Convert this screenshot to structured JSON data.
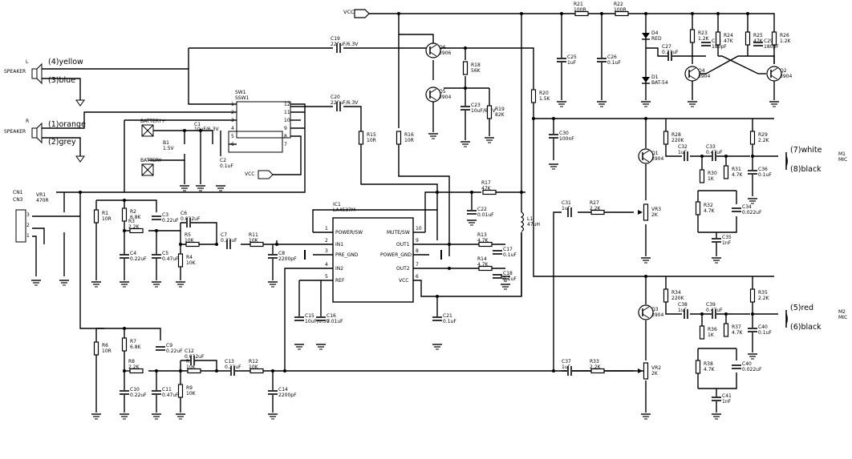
{
  "vcc": "VCC",
  "speakers": {
    "L_letter": "L",
    "R_letter": "R",
    "word": "SPEAKER",
    "yellow": "(4)yellow",
    "blue": "(3)blue",
    "orange": "(1)orange",
    "grey": "(2)grey"
  },
  "mics": {
    "white": "(7)white",
    "black1": "(8)black",
    "red": "(5)red",
    "black2": "(6)black",
    "m1": "M1",
    "m2": "M2",
    "mic": "MIC"
  },
  "connector": {
    "cn1": "CN1",
    "cn3": "CN3",
    "p3": "3",
    "p2": "2",
    "p1": "1"
  },
  "ic": {
    "name": "IC1",
    "part": "LA4537M",
    "pins_left": [
      {
        "num": "1",
        "name": "POWER/SW"
      },
      {
        "num": "2",
        "name": "IN1"
      },
      {
        "num": "3",
        "name": "PRE_GND"
      },
      {
        "num": "4",
        "name": "IN2"
      },
      {
        "num": "5",
        "name": "REF"
      }
    ],
    "pins_right": [
      {
        "num": "10",
        "name": "MUTE/SW"
      },
      {
        "num": "9",
        "name": "OUT1"
      },
      {
        "num": "8",
        "name": "POWER_GND"
      },
      {
        "num": "7",
        "name": "OUT2"
      },
      {
        "num": "6",
        "name": "VCC"
      }
    ]
  },
  "switch": {
    "ref": "SW1",
    "part": "SSW1",
    "pins_left": [
      "1",
      "2",
      "3",
      "4",
      "5",
      "6"
    ],
    "pins_right": [
      "12",
      "11",
      "10",
      "9",
      "8",
      "7"
    ]
  },
  "battery": {
    "plus": "BATTERY+",
    "minus": "BATTERY-",
    "ref": "B1",
    "val": "1.5V",
    "c1_ref": "C1",
    "c1_val": "10uF/6.3V",
    "c2_ref": "C2",
    "c2_val": "0.1uF",
    "vcc": "VCC"
  },
  "vr1": {
    "ref": "VR1",
    "val": "470R"
  },
  "components": [
    {
      "id": "r1",
      "ref": "R1",
      "val": "10R"
    },
    {
      "id": "r2",
      "ref": "R2",
      "val": "6.8K"
    },
    {
      "id": "c3",
      "ref": "C3",
      "val": "0.22uF"
    },
    {
      "id": "c6",
      "ref": "C6",
      "val": "0.022uF"
    },
    {
      "id": "r3",
      "ref": "R3",
      "val": "2.2K"
    },
    {
      "id": "c4",
      "ref": "C4",
      "val": "0.22uF"
    },
    {
      "id": "c5",
      "ref": "C5",
      "val": "0.47uF"
    },
    {
      "id": "r5",
      "ref": "R5",
      "val": "10K"
    },
    {
      "id": "r4",
      "ref": "R4",
      "val": "10K"
    },
    {
      "id": "c7",
      "ref": "C7",
      "val": "0.22uF"
    },
    {
      "id": "r11",
      "ref": "R11",
      "val": "10K"
    },
    {
      "id": "c8",
      "ref": "C8",
      "val": "2200pF"
    },
    {
      "id": "r6",
      "ref": "R6",
      "val": "10R"
    },
    {
      "id": "r7",
      "ref": "R7",
      "val": "6.8K"
    },
    {
      "id": "c9",
      "ref": "C9",
      "val": "0.22uF"
    },
    {
      "id": "c12",
      "ref": "C12",
      "val": "0.022uF"
    },
    {
      "id": "r8",
      "ref": "R8",
      "val": "2.2K"
    },
    {
      "id": "c10",
      "ref": "C10",
      "val": "0.22uF"
    },
    {
      "id": "c11",
      "ref": "C11",
      "val": "0.47uF"
    },
    {
      "id": "r10",
      "ref": "R10",
      "val": "10K"
    },
    {
      "id": "r9",
      "ref": "R9",
      "val": "10K"
    },
    {
      "id": "c13",
      "ref": "C13",
      "val": "0.22uF"
    },
    {
      "id": "r12",
      "ref": "R12",
      "val": "10K"
    },
    {
      "id": "c14",
      "ref": "C14",
      "val": "2200pF"
    },
    {
      "id": "c15",
      "ref": "C15",
      "val": "10uF/6.3V"
    },
    {
      "id": "c16",
      "ref": "C16",
      "val": "0.01uF"
    },
    {
      "id": "c19",
      "ref": "C19",
      "val": "220uF/6.3V"
    },
    {
      "id": "c20",
      "ref": "C20",
      "val": "220uF/6.3V"
    },
    {
      "id": "r15",
      "ref": "R15",
      "val": "10R"
    },
    {
      "id": "r16",
      "ref": "R16",
      "val": "10R"
    },
    {
      "id": "q6",
      "ref": "Q6",
      "val": "3906"
    },
    {
      "id": "q5",
      "ref": "Q5",
      "val": "3904"
    },
    {
      "id": "r18",
      "ref": "R18",
      "val": "56K"
    },
    {
      "id": "c23",
      "ref": "C23",
      "val": "10uF/6.3V"
    },
    {
      "id": "r19",
      "ref": "R19",
      "val": "82K"
    },
    {
      "id": "r17",
      "ref": "R17",
      "val": "47K"
    },
    {
      "id": "c22",
      "ref": "C22",
      "val": "0.01uF"
    },
    {
      "id": "r13",
      "ref": "R13",
      "val": "4.7K"
    },
    {
      "id": "c17",
      "ref": "C17",
      "val": "0.1uF"
    },
    {
      "id": "r14",
      "ref": "R14",
      "val": "4.7K"
    },
    {
      "id": "c18",
      "ref": "C18",
      "val": "0.1uF"
    },
    {
      "id": "l1",
      "ref": "L1",
      "val": "47uH"
    },
    {
      "id": "c21",
      "ref": "C21",
      "val": "0.1uF"
    },
    {
      "id": "r21",
      "ref": "R21",
      "val": "100R"
    },
    {
      "id": "r22",
      "ref": "R22",
      "val": "100R"
    },
    {
      "id": "c25",
      "ref": "C25",
      "val": "1uF"
    },
    {
      "id": "c26",
      "ref": "C26",
      "val": "0.1uF"
    },
    {
      "id": "d4",
      "ref": "D4",
      "val": "RED"
    },
    {
      "id": "d1",
      "ref": "D1",
      "val": "BAT-54"
    },
    {
      "id": "r20",
      "ref": "R20",
      "val": "1.5K"
    },
    {
      "id": "r23",
      "ref": "R23",
      "val": "1.2K"
    },
    {
      "id": "c27",
      "ref": "C27",
      "val": "0.22uF"
    },
    {
      "id": "c28",
      "ref": "C28",
      "val": "180pF"
    },
    {
      "id": "r24",
      "ref": "R24",
      "val": "47K"
    },
    {
      "id": "r25",
      "ref": "R25",
      "val": "47K"
    },
    {
      "id": "c29",
      "ref": "C29",
      "val": "180pF"
    },
    {
      "id": "r26",
      "ref": "R26",
      "val": "1.2K"
    },
    {
      "id": "q4",
      "ref": "Q4",
      "val": "3904"
    },
    {
      "id": "q2",
      "ref": "Q2",
      "val": "3904"
    },
    {
      "id": "c30",
      "ref": "C30",
      "val": "100nF"
    },
    {
      "id": "r28",
      "ref": "R28",
      "val": "220K"
    },
    {
      "id": "c32",
      "ref": "C32",
      "val": "1uF"
    },
    {
      "id": "c33",
      "ref": "C33",
      "val": "0.47uF"
    },
    {
      "id": "r29",
      "ref": "R29",
      "val": "2.2K"
    },
    {
      "id": "q1",
      "ref": "Q1",
      "val": "3904"
    },
    {
      "id": "r30",
      "ref": "R30",
      "val": "1K"
    },
    {
      "id": "r31",
      "ref": "R31",
      "val": "4.7K"
    },
    {
      "id": "c36",
      "ref": "C36",
      "val": "0.1uF"
    },
    {
      "id": "c31",
      "ref": "C31",
      "val": "1uF"
    },
    {
      "id": "r27",
      "ref": "R27",
      "val": "2.2K"
    },
    {
      "id": "vr3",
      "ref": "VR3",
      "val": "2K"
    },
    {
      "id": "r32",
      "ref": "R32",
      "val": "4.7K"
    },
    {
      "id": "c34",
      "ref": "C34",
      "val": "0.022uF"
    },
    {
      "id": "c35",
      "ref": "C35",
      "val": "1nF"
    },
    {
      "id": "r34",
      "ref": "R34",
      "val": "220K"
    },
    {
      "id": "c38",
      "ref": "C38",
      "val": "1uF"
    },
    {
      "id": "c39",
      "ref": "C39",
      "val": "0.47uF"
    },
    {
      "id": "r35",
      "ref": "R35",
      "val": "2.2K"
    },
    {
      "id": "q3",
      "ref": "Q3",
      "val": "3904"
    },
    {
      "id": "r36",
      "ref": "R36",
      "val": "1K"
    },
    {
      "id": "r37",
      "ref": "R37",
      "val": "4.7K"
    },
    {
      "id": "c40",
      "ref": "C40",
      "val": "0.1uF"
    },
    {
      "id": "c37",
      "ref": "C37",
      "val": "1uF"
    },
    {
      "id": "r33",
      "ref": "R33",
      "val": "2.2K"
    },
    {
      "id": "vr2",
      "ref": "VR2",
      "val": "2K"
    },
    {
      "id": "r38",
      "ref": "R38",
      "val": "4.7K"
    },
    {
      "id": "c40b",
      "ref": "C40",
      "val": "0.022uF"
    },
    {
      "id": "c41",
      "ref": "C41",
      "val": "1nF"
    }
  ]
}
